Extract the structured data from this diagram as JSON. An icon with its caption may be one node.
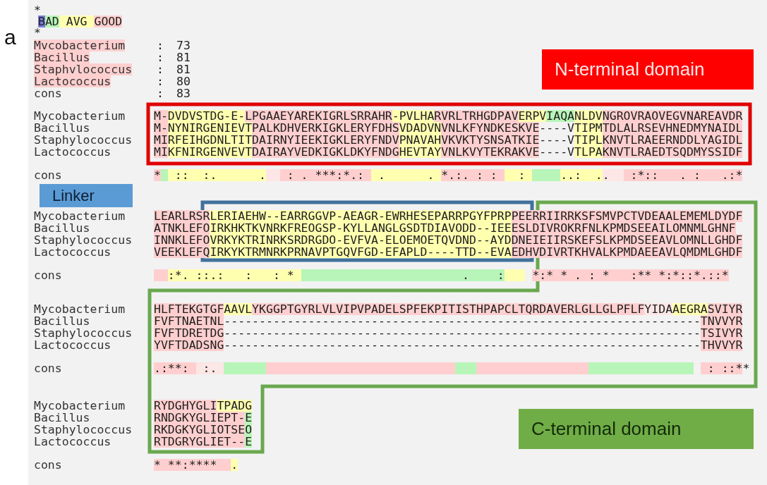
{
  "diagram": {
    "nodes": [
      {
        "text": [
          "N-terminal domain"
        ]
      },
      {
        "text": [],
        "shape": "box"
      },
      {
        "text": [
          "Linker"
        ]
      },
      {
        "text": [],
        "shape": "box"
      },
      {
        "text": [],
        "shape": "polygon"
      },
      {
        "text": [
          "C-terminal domain"
        ]
      }
    ],
    "labels": [
      "a",
      "*",
      "BAD AVG GOOD",
      "*",
      "Mvcobacterium",
      ":",
      "73",
      "Bacillus",
      ":",
      "81",
      "Staphvlococcus",
      ":",
      "81",
      "Lactococcus",
      ":",
      "80",
      "cons",
      ":",
      "83",
      "Mycobacterium",
      "M-DVDVSTDG-E-LPGAAEYAREKIGRLSRRAHR-PVLHARVRLTRHGDPAVERPVIAQANLDVNGROVRAOVEGVNAREAVDR",
      "Bacillus",
      "M-NYNIRGENIEVTPALKDHVERKIGKLERYFDHSVDADVNVNLKFYNDKESKVE----VTIPMTDLALRSEVHNEDMYNAIDL",
      "Staphylococcus",
      "MIRFEIHGDNLTITDAIRNYIEEKIGKLERYFNDVPNAVAHVKVKTYSNSATKIE----VTIPLKNVTLRAEERNDDLYAGIDL",
      "Lactococcus",
      "MIKFNIRGENVEVTDAIRAYVEDKIGKLDKYFNDGHEVTAYVNLKVYTEKRAKVE----VTLPAKNVTLRAEDTSQDMYSSIDF",
      "cons",
      "*  ::  :.      .   : . ***:*.:  .      . *.:. : :   :     ..:  ..   :*::   . :   .:*",
      "Mycobacterium",
      "LEARLRSRLERIAEHW--EARRGGVP-AEAGR-EWRHESEPARRPGYFPRPPEERRIIRRKSFSMVPCTVDEAALEMEMLDYDF",
      "Bacillus",
      "ATNKLEFOIRKHKTKVNRKFREOGSP-KYLLANGLGSDTDIAVODD--IEEESLDIVROKRFNLKPMDSEEAILOMNMLGHNF",
      "Staphylococcus",
      "INNKLEFOVRKYKTRINRKSRDRGDO-EVFVA-ELOEMOETQVDND--AYDDNEIEIIRSKEFSLKPMDSEEAVLOMNLLGHDF",
      "Lactococcus",
      "VEEKLEFQIRKYKTRMNRKPRNAVPTGQVFGD-EFAPLD----TTD--EVAEDHVDIVRTKHVALKPMDAEEAVLQMDMLGHDF",
      "cons",
      "  :*. ::.:   :   : *                        .    :    *:* * . : *   :** *:*::*.::*",
      "Mycobacterium",
      "HLFTEKGTGFAAVLYKGGPTGYRLVLVIPVPADELSPFEKPITISTHPAPCLTQRDAVERLGLLGLPFLFYIDAAEGRASVIYR",
      "Bacillus",
      "FVFTNAETNL--------------------------------------------------------------------TNVVYR",
      "Staphylococcus",
      "FVFTDRETDG--------------------------------------------------------------------TSIVYR",
      "Lactococcus",
      "YVFTDADSNG--------------------------------------------------------------------THVVYR",
      "cons",
      ".:**:  :.                                                                      : ::**",
      "Mycobacterium",
      "RYDGHYGLITPADG",
      "Bacillus",
      "RNDGKYGLIEPT-E",
      "Staphylococcus",
      "RKDGKYGLIOTSEO",
      "Lactococcus",
      "RTDGRYGLIET--E",
      "cons",
      "* **:****  ."
    ]
  }
}
